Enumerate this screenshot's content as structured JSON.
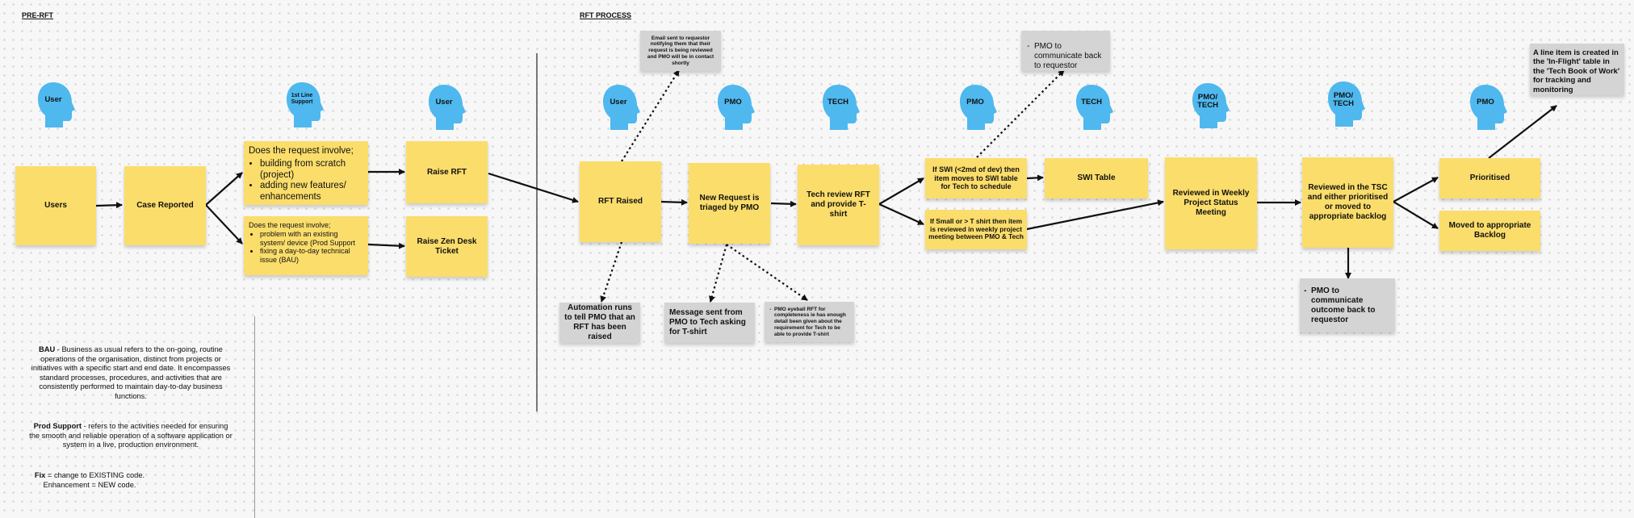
{
  "sections": {
    "pre_rft": "PRE-RFT",
    "rft_process": "RFT PROCESS"
  },
  "heads": {
    "user1": "User",
    "support": "1st Line Support",
    "user2": "User",
    "user3": "User",
    "pmo1": "PMO",
    "tech1": "TECH",
    "pmo2": "PMO",
    "tech2": "TECH",
    "pmotech1": "PMO/ TECH",
    "pmotech2": "PMO/ TECH",
    "pmo3": "PMO"
  },
  "notes": {
    "users": "Users",
    "case_reported": "Case Reported",
    "involve_new": {
      "question": "Does the request involve;",
      "items": [
        "building from scratch (project)",
        "adding new features/ enhancements"
      ]
    },
    "involve_existing": {
      "question": "Does the request involve;",
      "items": [
        "problem with an existing system/ device (Prod Support",
        "fixing a day-to-day technical issue (BAU)"
      ]
    },
    "raise_rft": "Raise RFT",
    "raise_zendesk": "Raise Zen Desk Ticket",
    "rft_raised": "RFT Raised",
    "triaged": "New Request is triaged by PMO",
    "tech_review": "Tech review RFT and provide T-shirt",
    "swi": "If SWI (<2md of dev) then item moves to SWI table for Tech to schedule",
    "small_t": "If Small or > T shirt then item is reviewed in weekly project meeting between PMO & Tech",
    "swi_table": "SWI Table",
    "weekly": "Reviewed in Weekly Project Status Meeting",
    "tsc": "Reviewed in the TSC and either prioritised or moved to appropriate backlog",
    "prioritised": "Prioritised",
    "backlog": "Moved to appropriate Backlog",
    "email": "Email sent to requestor notifying them that their request is being reviewed and PMO will be in contact shortly",
    "pmo_comm_back": "PMO to communicate back to requestor",
    "line_item": "A line item is created in the 'In-Flight' table in the 'Tech Book of Work' for tracking and monitoring",
    "automation": "Automation runs to tell PMO that an RFT has been raised",
    "message_tech": "Message sent from PMO to Tech asking for T-shirt",
    "pmo_eyeball": "PMO eyeball RFT for completeness ie has enough detail been given about the requirement for Tech to be able to provide T-shirt",
    "pmo_outcome": "PMO to communicate outcome back to requestor"
  },
  "definitions": {
    "bau_term": "BAU",
    "bau_text": " - Business as usual refers to the on-going, routine operations of the organisation, distinct from projects or initiatives with a specific start and end date. It encompasses standard processes, procedures, and activities that are consistently performed to maintain day-to-day business functions.",
    "prod_term": "Prod Support",
    "prod_text": " - refers to the activities needed for ensuring the smooth and reliable operation of a software application or system in a live, production environment.",
    "fix_term": "Fix",
    "fix_text": " = change to EXISTING code.",
    "enh_text": "Enhancement = NEW code."
  },
  "colors": {
    "sticky_yellow": "#fbdd6b",
    "sticky_grey": "#d4d4d4",
    "head_blue": "#4fb8ee"
  }
}
